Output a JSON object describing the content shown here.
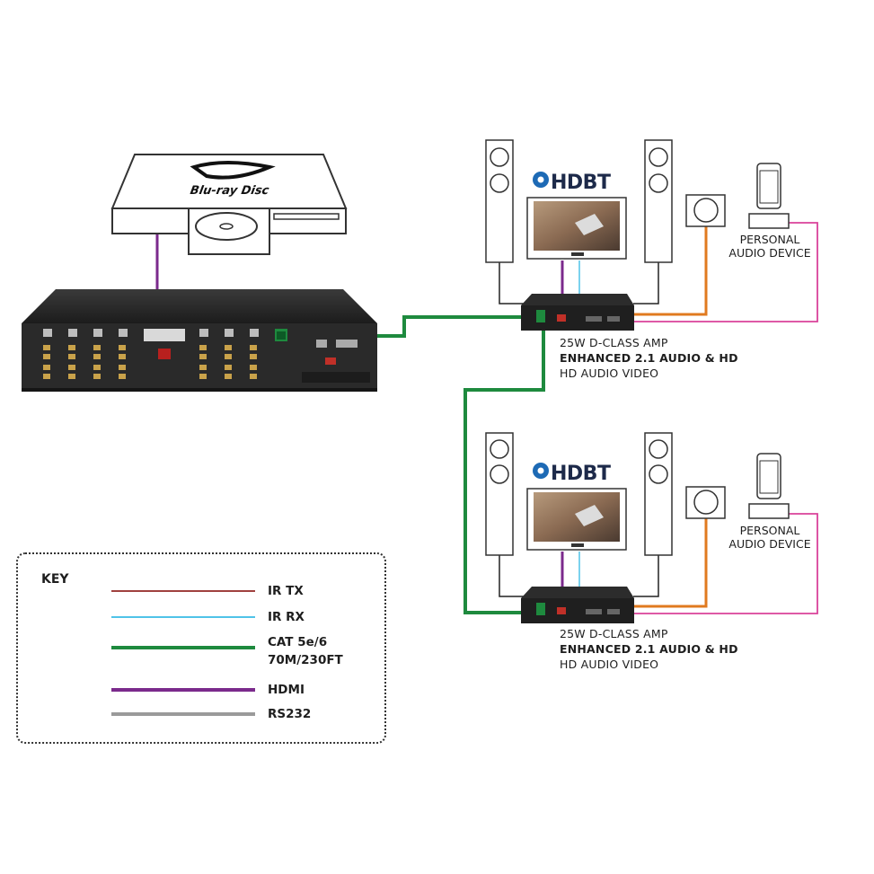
{
  "colors": {
    "ir_tx": "#a0413f",
    "ir_rx": "#4fc3e8",
    "cat": "#1e8a3e",
    "hdmi": "#7b2a8c",
    "rs232": "#9a9a9a",
    "audio": "#e07a1f",
    "personal": "#d9429a"
  },
  "source": {
    "logo_text": "Blu-ray Disc"
  },
  "zones": [
    {
      "logo": "HDBT",
      "amp_line1": "25W D-CLASS AMP",
      "amp_line2": "ENHANCED 2.1 AUDIO & HD",
      "amp_line3": "HD AUDIO VIDEO",
      "personal_line1": "PERSONAL",
      "personal_line2": "AUDIO DEVICE"
    },
    {
      "logo": "HDBT",
      "amp_line1": "25W D-CLASS AMP",
      "amp_line2": "ENHANCED 2.1 AUDIO & HD",
      "amp_line3": "HD AUDIO VIDEO",
      "personal_line1": "PERSONAL",
      "personal_line2": "AUDIO DEVICE"
    }
  ],
  "key": {
    "title": "KEY",
    "items": [
      {
        "label": "IR TX",
        "color": "#a0413f"
      },
      {
        "label": "IR RX",
        "color": "#4fc3e8"
      },
      {
        "label": "CAT 5e/6",
        "label2": "70M/230FT",
        "color": "#1e8a3e"
      },
      {
        "label": "HDMI",
        "color": "#7b2a8c"
      },
      {
        "label": "RS232",
        "color": "#9a9a9a"
      }
    ]
  }
}
